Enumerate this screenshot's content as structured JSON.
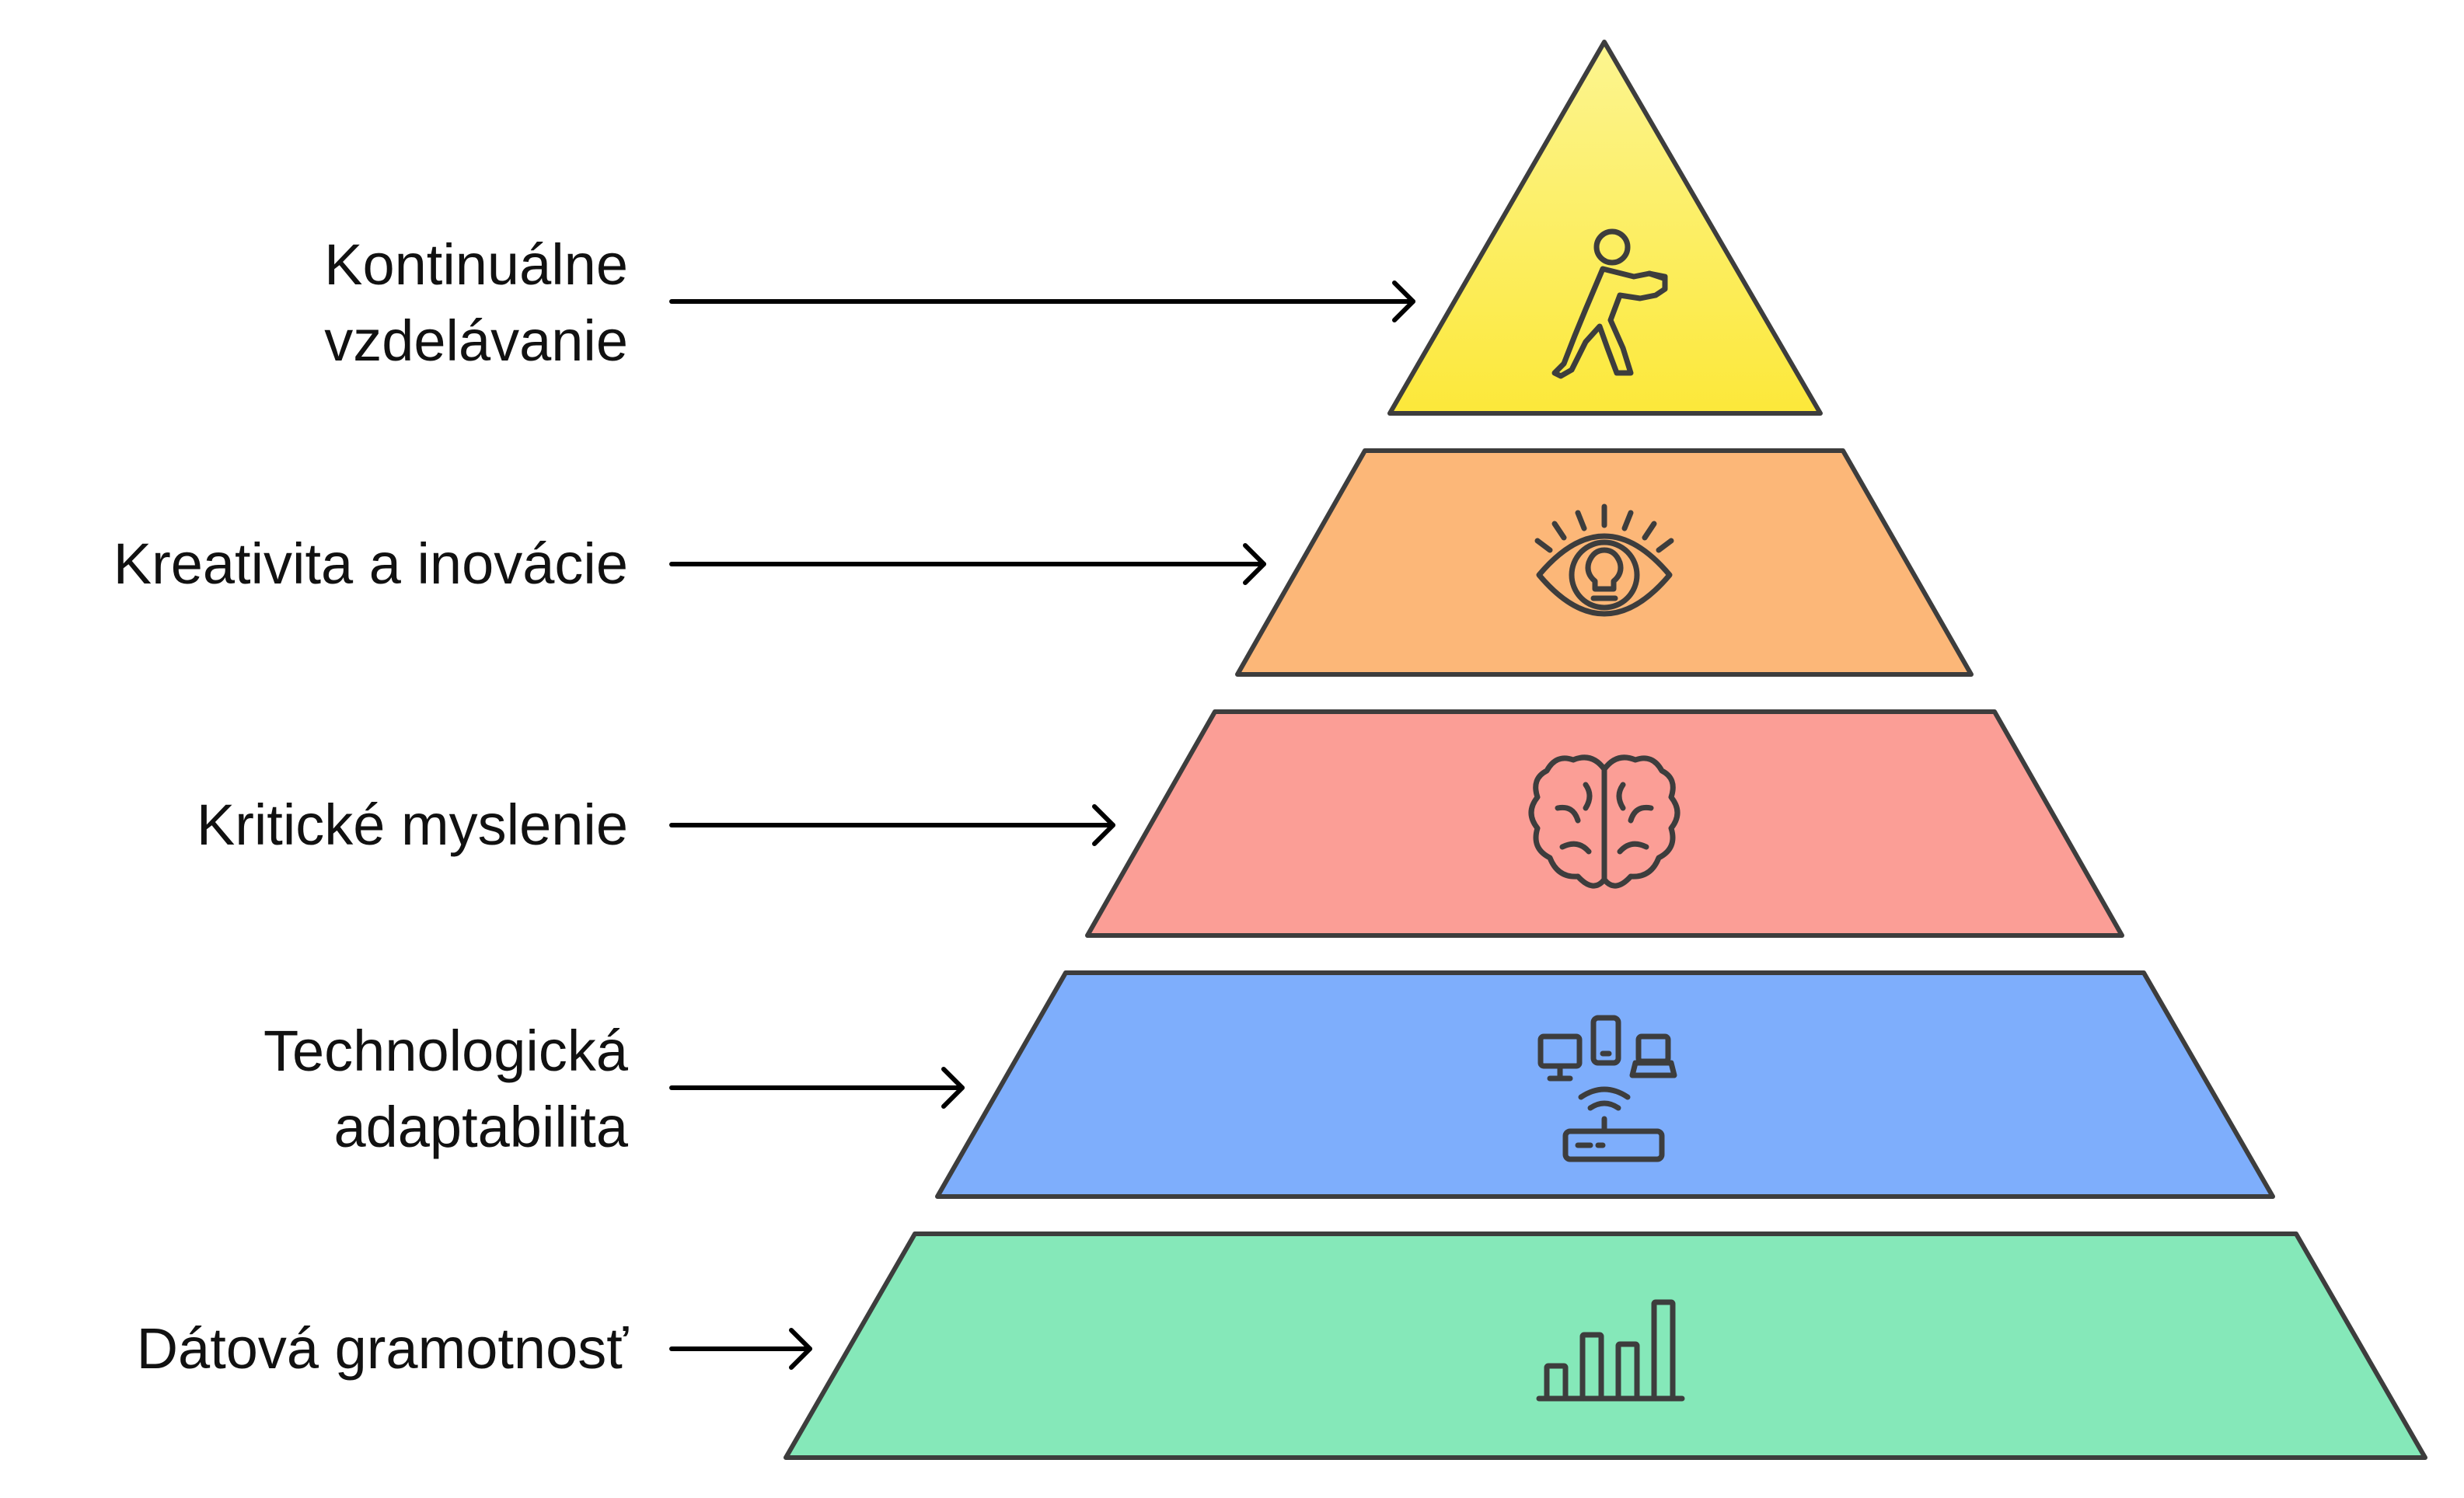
{
  "levels": [
    {
      "id": "kontinualne-vzdelavanie",
      "label_lines": [
        "Kontinuálne",
        "vzdelávanie"
      ],
      "color_top": "#FCF590",
      "color_bottom": "#FCE83A",
      "icon": "person-running-icon"
    },
    {
      "id": "kreativita-a-inovacie",
      "label_lines": [
        "Kreativita a inovácie"
      ],
      "color": "#FCB778",
      "icon": "eye-lightbulb-icon"
    },
    {
      "id": "kriticke-myslenie",
      "label_lines": [
        "Kritické myslenie"
      ],
      "color": "#FB9E96",
      "icon": "brain-icon"
    },
    {
      "id": "technologicka-adaptabilita",
      "label_lines": [
        "Technologická",
        "adaptabilita"
      ],
      "color": "#7EAEFC",
      "icon": "devices-router-icon"
    },
    {
      "id": "datova-gramotnost",
      "label_lines": [
        "Dátová gramotnosť"
      ],
      "color": "#85E8B9",
      "icon": "bar-chart-icon"
    }
  ],
  "stroke_color": "#3D3D3D"
}
